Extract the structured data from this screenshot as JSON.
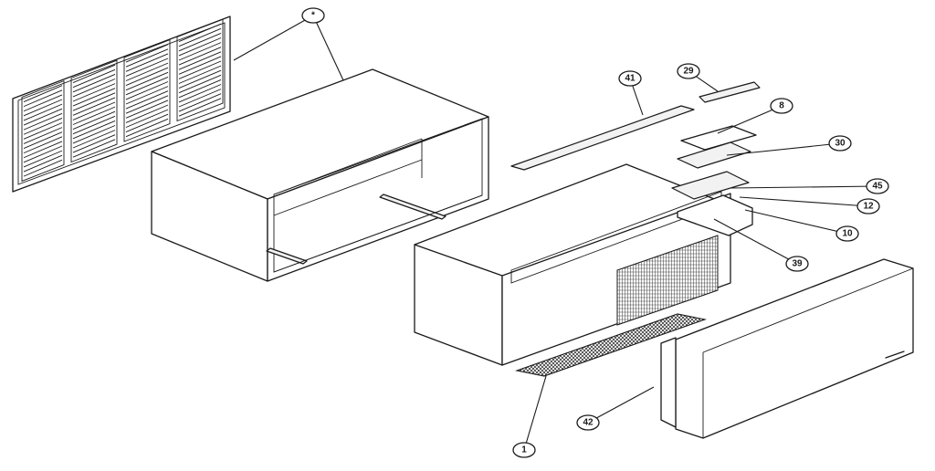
{
  "diagram": {
    "callouts": [
      {
        "id": "star",
        "label": "*"
      },
      {
        "id": "41",
        "label": "41"
      },
      {
        "id": "29",
        "label": "29"
      },
      {
        "id": "8",
        "label": "8"
      },
      {
        "id": "30",
        "label": "30"
      },
      {
        "id": "45",
        "label": "45"
      },
      {
        "id": "12",
        "label": "12"
      },
      {
        "id": "10",
        "label": "10"
      },
      {
        "id": "39",
        "label": "39"
      },
      {
        "id": "42",
        "label": "42"
      },
      {
        "id": "1",
        "label": "1"
      }
    ]
  }
}
